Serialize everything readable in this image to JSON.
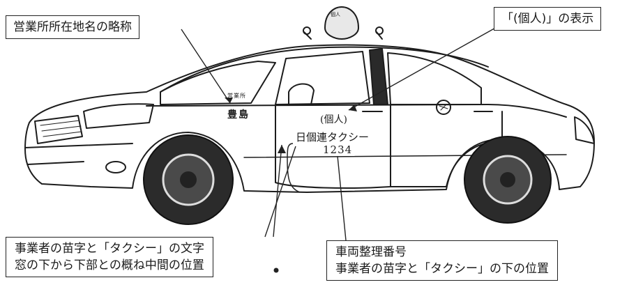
{
  "callouts": {
    "office_abbreviation": "営業所所在地名の略称",
    "individual_display": "「(個人)」の表示",
    "surname_taxi_position": {
      "line1": "事業者の苗字と「タクシー」の文字",
      "line2": "窓の下から下部との概ね中間の位置"
    },
    "vehicle_number": {
      "line1": "車両整理番号",
      "line2": "事業者の苗字と「タクシー」の下の位置"
    }
  },
  "car_markings": {
    "office_small": "営業所",
    "office_name": "豊島",
    "individual": "(個人)",
    "company": "日個連タクシー",
    "number": "1234"
  },
  "roof_sign": {
    "text": "個人"
  }
}
